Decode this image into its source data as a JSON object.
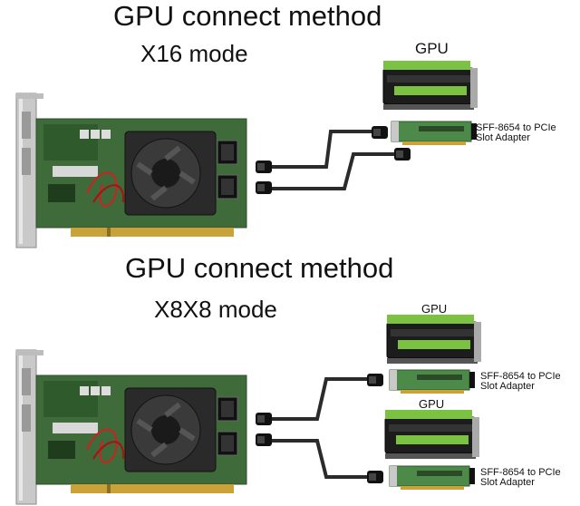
{
  "sections": [
    {
      "title": "GPU connect method",
      "mode": "X16 mode",
      "gpus": [
        {
          "label": "GPU",
          "adapter_line1": "SFF-8654 to PCIe",
          "adapter_line2": "Slot Adapter"
        }
      ]
    },
    {
      "title": "GPU connect method",
      "mode": "X8X8 mode",
      "gpus": [
        {
          "label": "GPU",
          "adapter_line1": "SFF-8654 to PCIe",
          "adapter_line2": "Slot Adapter"
        },
        {
          "label": "GPU",
          "adapter_line1": "SFF-8654 to PCIe",
          "adapter_line2": "Slot Adapter"
        }
      ]
    }
  ],
  "colors": {
    "pcb": "#3f6b3a",
    "bracket": "#c9c9c9",
    "heatsink": "#2a2a2a",
    "cable": "#2b2b2b",
    "gpu_body": "#1c1c1c",
    "gpu_accent": "#7bc142",
    "adapter_pcb": "#4d8a4a",
    "gold_contacts": "#c9a23a"
  }
}
